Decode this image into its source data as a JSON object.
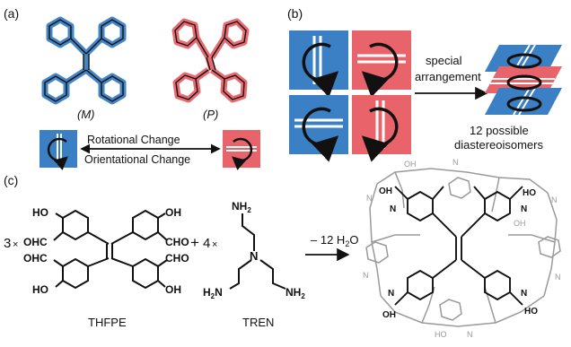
{
  "panels": {
    "a": {
      "label": "(a)",
      "enantiomer_m": "(M)",
      "enantiomer_p": "(P)",
      "rotational_change": "Rotational Change",
      "orientational_change": "Orientational Change"
    },
    "b": {
      "label": "(b)",
      "arrow_text_1": "special",
      "arrow_text_2": "arrangement",
      "result_1": "12 possible",
      "result_2": "diastereoisomers"
    },
    "c": {
      "label": "(c)",
      "coef_thfpe": "3",
      "coef_tren": "4",
      "times": "×",
      "plus": "+",
      "water_loss": "– 12 H",
      "water_sub": "2",
      "water_o": "O",
      "thfpe": {
        "name": "THFPE",
        "ho_top_left": "HO",
        "oh_top_right": "OH",
        "ohc_mid_left_1": "OHC",
        "cho_mid_right_1": "CHO",
        "ohc_mid_left_2": "OHC",
        "cho_mid_right_2": "CHO",
        "ho_bot_left": "HO",
        "oh_bot_right": "OH"
      },
      "tren": {
        "name": "TREN",
        "nh2_top": "NH",
        "nh2_left": "H",
        "nh2_left_tail": "N",
        "nh2_right": "NH",
        "n_center": "N",
        "sub2": "2"
      },
      "cage": {
        "oh_labels": [
          "OH",
          "HO",
          "OH",
          "HO",
          "OH",
          "OH",
          "HO"
        ],
        "n_labels": [
          "N",
          "N",
          "N",
          "N",
          "N",
          "N",
          "N",
          "N",
          "N",
          "N"
        ]
      }
    }
  },
  "colors": {
    "blue": "#3b7fc4",
    "red": "#e8646a",
    "gray": "#9a9a9a",
    "black": "#111111"
  }
}
